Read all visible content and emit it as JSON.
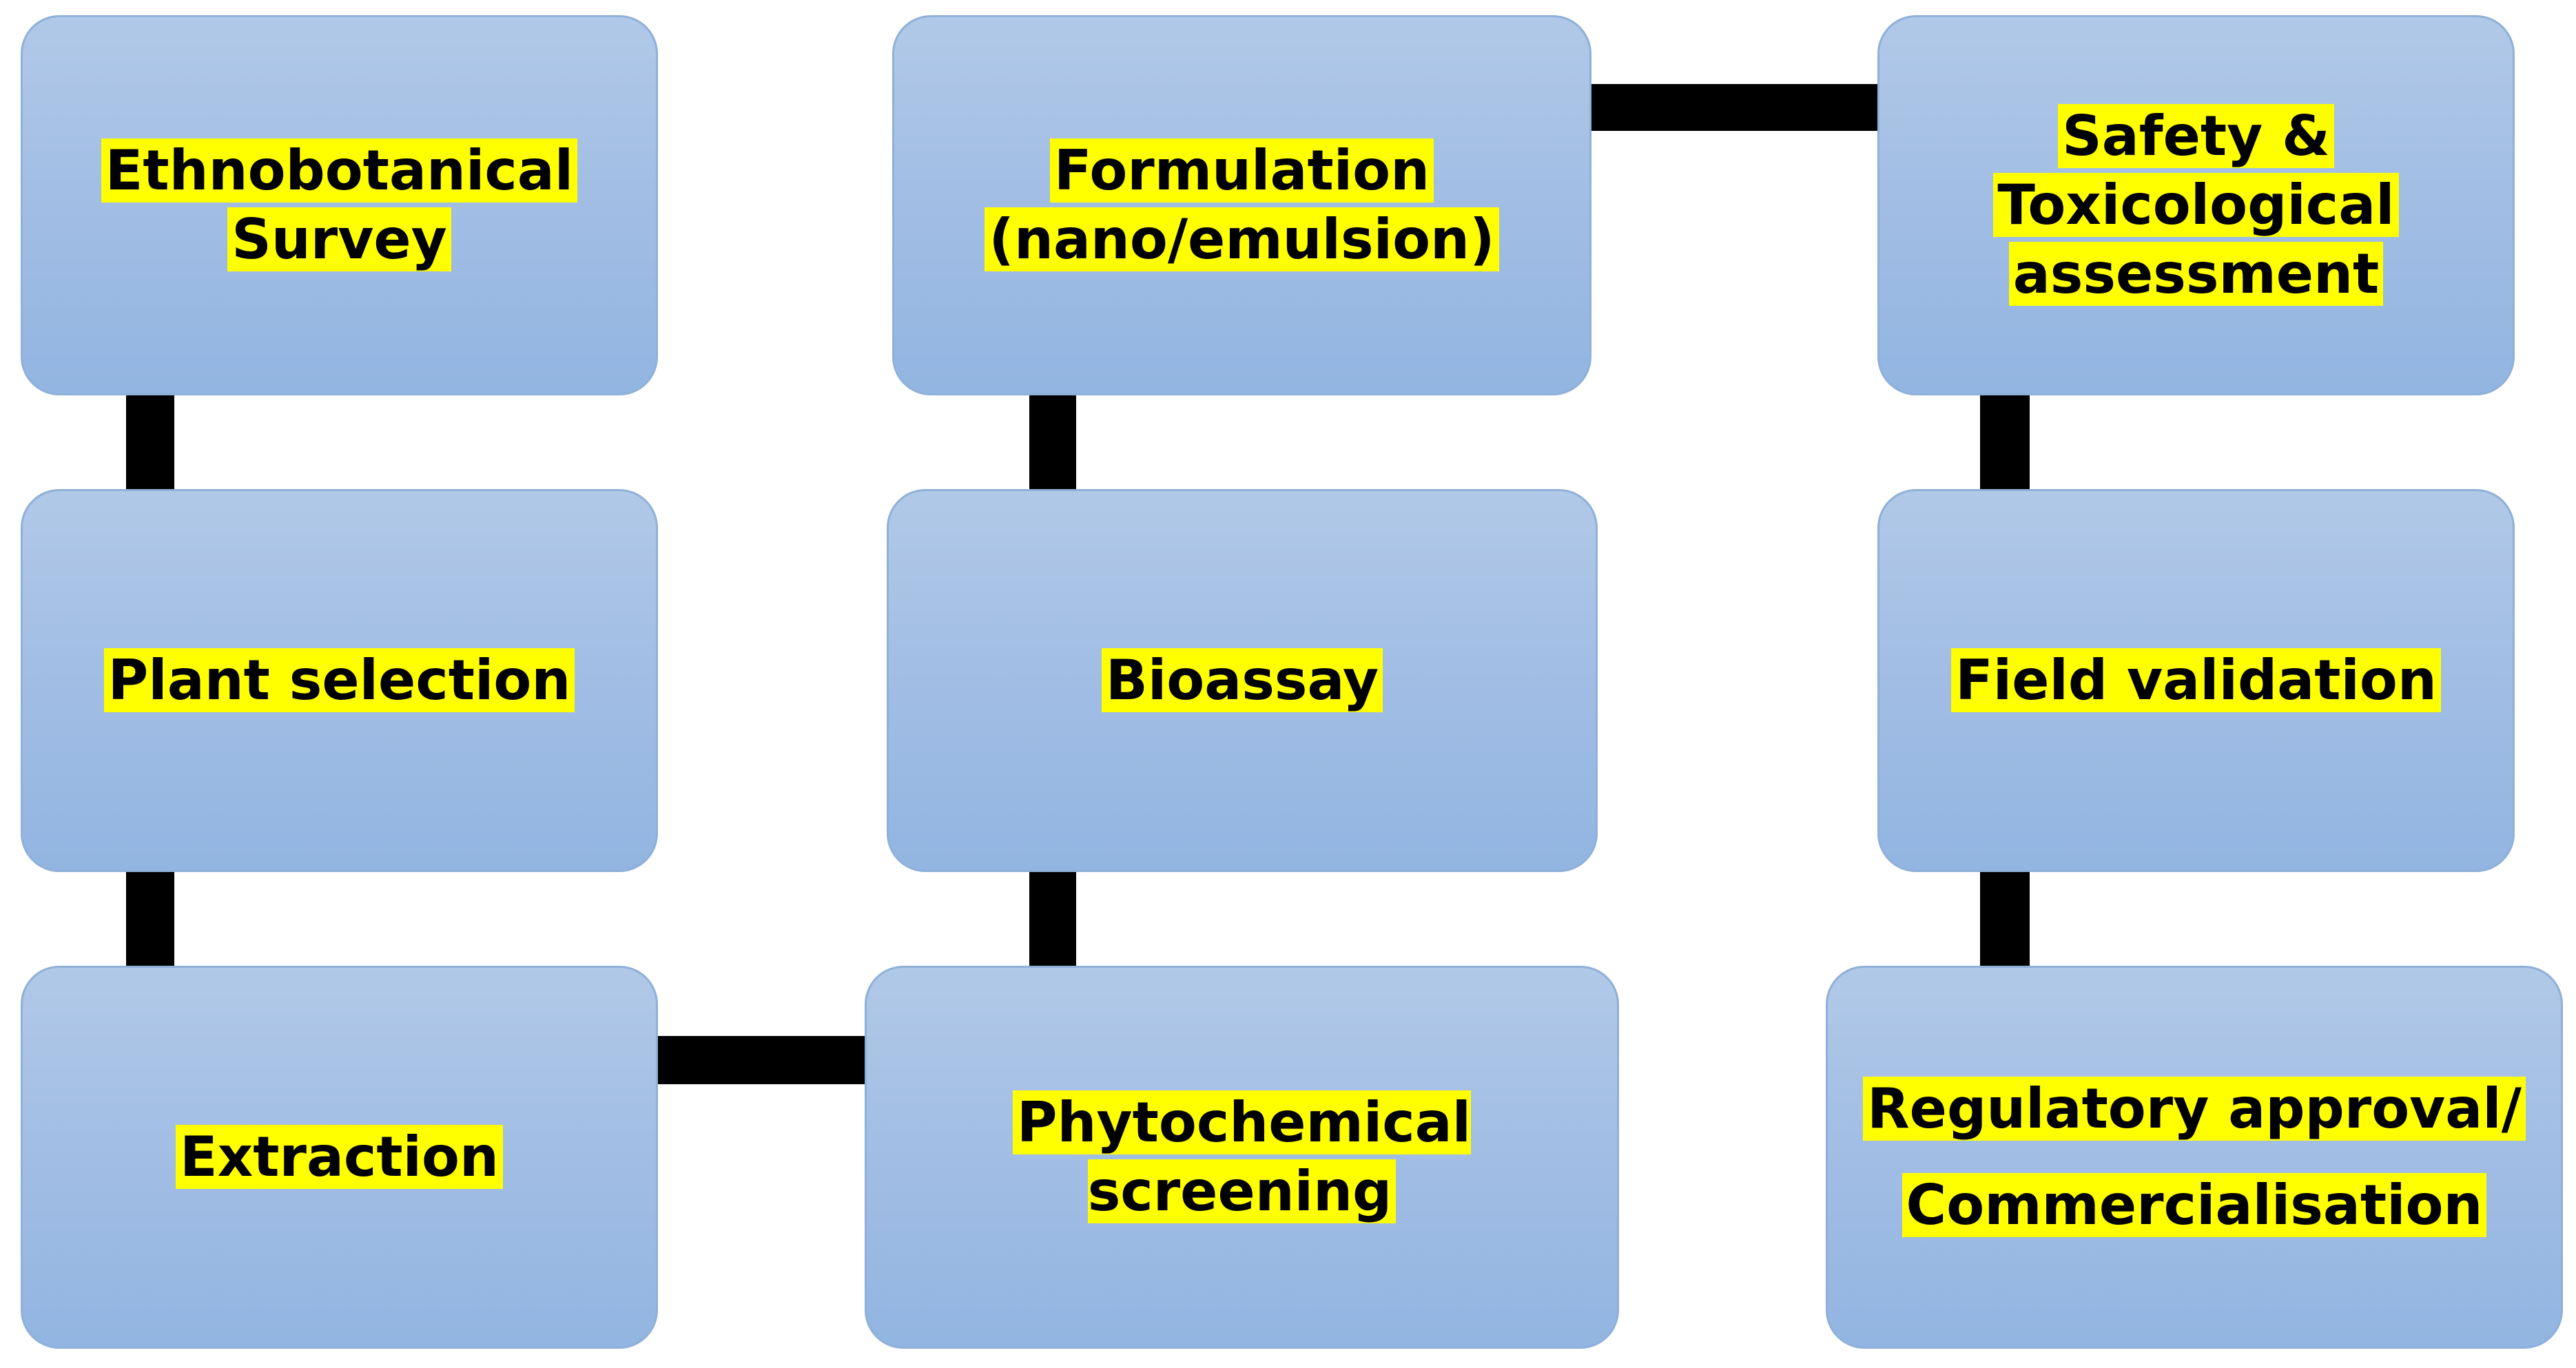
{
  "diagram": {
    "nodes": [
      {
        "id": "ethnobotanical-survey",
        "lines": [
          "Ethnobotanical",
          "Survey"
        ]
      },
      {
        "id": "plant-selection",
        "lines": [
          "Plant selection"
        ]
      },
      {
        "id": "extraction",
        "lines": [
          "Extraction"
        ]
      },
      {
        "id": "phytochemical-screening",
        "lines": [
          "Phytochemical screening"
        ]
      },
      {
        "id": "bioassay",
        "lines": [
          "Bioassay"
        ]
      },
      {
        "id": "formulation",
        "lines": [
          "Formulation",
          "(nano/emulsion)"
        ]
      },
      {
        "id": "safety-toxicological-assessment",
        "lines": [
          "Safety &",
          "Toxicological",
          "assessment"
        ]
      },
      {
        "id": "field-validation",
        "lines": [
          "Field validation"
        ]
      },
      {
        "id": "regulatory-approval",
        "lines": [
          "Regulatory approval/",
          "Commercialisation"
        ]
      }
    ],
    "edges": [
      {
        "from": "ethnobotanical-survey",
        "to": "plant-selection"
      },
      {
        "from": "plant-selection",
        "to": "extraction"
      },
      {
        "from": "extraction",
        "to": "phytochemical-screening"
      },
      {
        "from": "phytochemical-screening",
        "to": "bioassay"
      },
      {
        "from": "bioassay",
        "to": "formulation"
      },
      {
        "from": "formulation",
        "to": "safety-toxicological-assessment"
      },
      {
        "from": "safety-toxicological-assessment",
        "to": "field-validation"
      },
      {
        "from": "field-validation",
        "to": "regulatory-approval"
      }
    ],
    "colors": {
      "box_fill_top": "#b1c9e8",
      "box_fill_bottom": "#92b5e1",
      "box_border": "#8fb0d9",
      "text_highlight": "#ffff00",
      "connector": "#000000"
    }
  }
}
